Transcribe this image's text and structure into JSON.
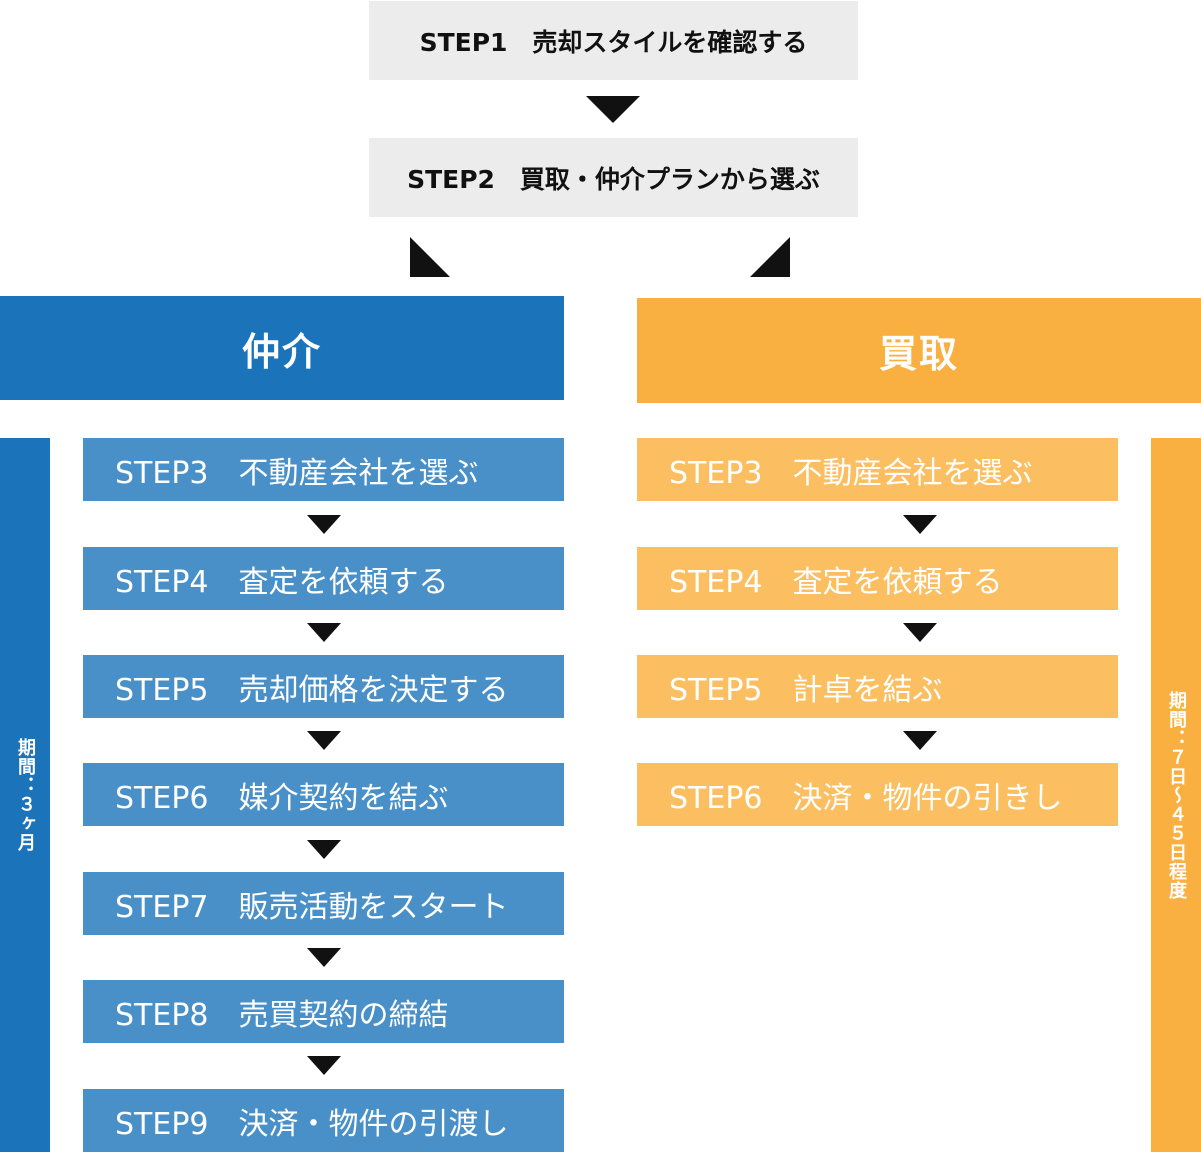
{
  "top_steps": [
    "STEP1　売却スタイルを確認する",
    "STEP2　買取・仲介プランから選ぶ"
  ],
  "chukai": {
    "title": "仲介",
    "period": "期間：３ヶ月",
    "steps": [
      "STEP3　不動産会社を選ぶ",
      "STEP4　査定を依頼する",
      "STEP5　売却価格を決定する",
      "STEP6　媒介契約を結ぶ",
      "STEP7　販売活動をスタート",
      "STEP8　売買契約の締結",
      "STEP9　決済・物件の引渡し"
    ]
  },
  "kaitori": {
    "title": "買取",
    "period": "期間：７日〜４５日程度",
    "steps": [
      "STEP3　不動産会社を選ぶ",
      "STEP4　査定を依頼する",
      "STEP5　計卓を結ぶ",
      "STEP6　決済・物件の引きし"
    ]
  },
  "colors": {
    "chukai_header": "#1b73b9",
    "chukai_step": "#4a90c8",
    "chukai_period": "#1b73b9",
    "kaitori_header": "#f9b040",
    "kaitori_step": "#fbbf62",
    "kaitori_period": "#f9b040",
    "top_box": "#ececec",
    "arrow": "#111111"
  }
}
